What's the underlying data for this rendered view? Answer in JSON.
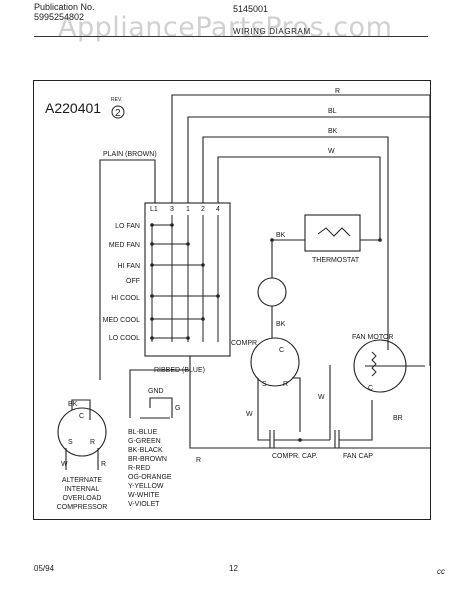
{
  "header": {
    "publication_label": "Publication No.",
    "publication_number": "5995254802",
    "model_number": "5145001",
    "diagram_title": "WIRING DIAGRAM",
    "watermark": "AppliancePartsPros.com"
  },
  "diagram": {
    "code": "A220401",
    "rev_label": "REV.",
    "rev_number": "2",
    "plain_wire_label": "PLAIN (BROWN)",
    "ribbed_wire_label": "RIBBED (BLUE)",
    "gnd_label": "GND",
    "gnd_wire": "G",
    "terminal_labels": [
      "L1",
      "3",
      "1",
      "2",
      "4"
    ],
    "switch_positions": [
      "LO FAN",
      "MED FAN",
      "HI FAN",
      "OFF",
      "HI COOL",
      "MED COOL",
      "LO COOL"
    ],
    "wire_labels": {
      "r": "R",
      "bl": "BL",
      "bk": "BK",
      "w": "W",
      "thermostat_bk": "BK",
      "overload_bk": "BK",
      "compr_w": "W",
      "fan_br": "BR",
      "fan_w": "W",
      "bottom_r": "R",
      "alt_bk": "BK",
      "alt_w": "W",
      "alt_r": "R"
    },
    "components": {
      "thermostat": "THERMOSTAT",
      "compressor": "COMPR",
      "compressor_terminals": [
        "C",
        "S",
        "R"
      ],
      "fan_motor": "FAN MOTOR",
      "fan_terminals": [
        "C"
      ],
      "compr_cap": "COMPR. CAP.",
      "fan_cap": "FAN CAP",
      "alt_terminals": [
        "C",
        "S",
        "R"
      ]
    },
    "color_legend": [
      "BL-BLUE",
      "G-GREEN",
      "BK-BLACK",
      "BR-BROWN",
      "R-RED",
      "OG-ORANGE",
      "Y-YELLOW",
      "W-WHITE",
      "V-VIOLET"
    ],
    "alternate_note": [
      "ALTERNATE",
      "INTERNAL",
      "OVERLOAD",
      "COMPRESSOR"
    ]
  },
  "footer": {
    "date": "05/94",
    "page": "12",
    "mark": "cc"
  }
}
